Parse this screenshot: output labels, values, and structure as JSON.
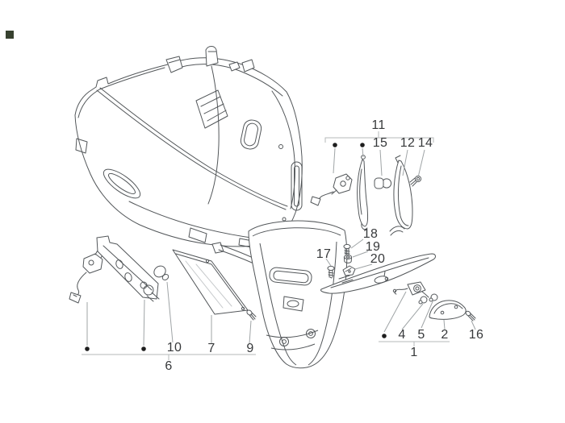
{
  "diagram": {
    "kind": "exploded-parts-line-drawing",
    "parts_art": [
      "rear-body-panels",
      "grab-rail",
      "rear-fender",
      "number-plate-holder",
      "plate-light-harness",
      "plate-window",
      "bulb",
      "turn-signal-gasket",
      "turn-signal-bulb",
      "turn-signal-lens",
      "turn-signal-harness",
      "tail-trim-spoiler",
      "tail-light-harness",
      "tail-bulbs",
      "support-bracket",
      "screws-and-clips"
    ]
  },
  "callouts": {
    "c1": {
      "label": "1"
    },
    "c2": {
      "label": "2"
    },
    "c4": {
      "label": "4"
    },
    "c5": {
      "label": "5"
    },
    "c6": {
      "label": "6"
    },
    "c7": {
      "label": "7"
    },
    "c9": {
      "label": "9"
    },
    "c10": {
      "label": "10"
    },
    "c11": {
      "label": "11"
    },
    "c12": {
      "label": "12"
    },
    "c14": {
      "label": "14"
    },
    "c15": {
      "label": "15"
    },
    "c16": {
      "label": "16"
    },
    "c17": {
      "label": "17"
    },
    "c18": {
      "label": "18"
    },
    "c19": {
      "label": "19"
    },
    "c20": {
      "label": "20"
    }
  },
  "colors": {
    "background": "#ffffff",
    "art_line": "#53575a",
    "detail_line": "#c7cacc",
    "leader_line": "#9fa4a6",
    "bracket_line": "#b4b8ba",
    "label_text": "#37393b",
    "leader_dot": "#1e1e1e",
    "corner_marker": "#37412f"
  }
}
